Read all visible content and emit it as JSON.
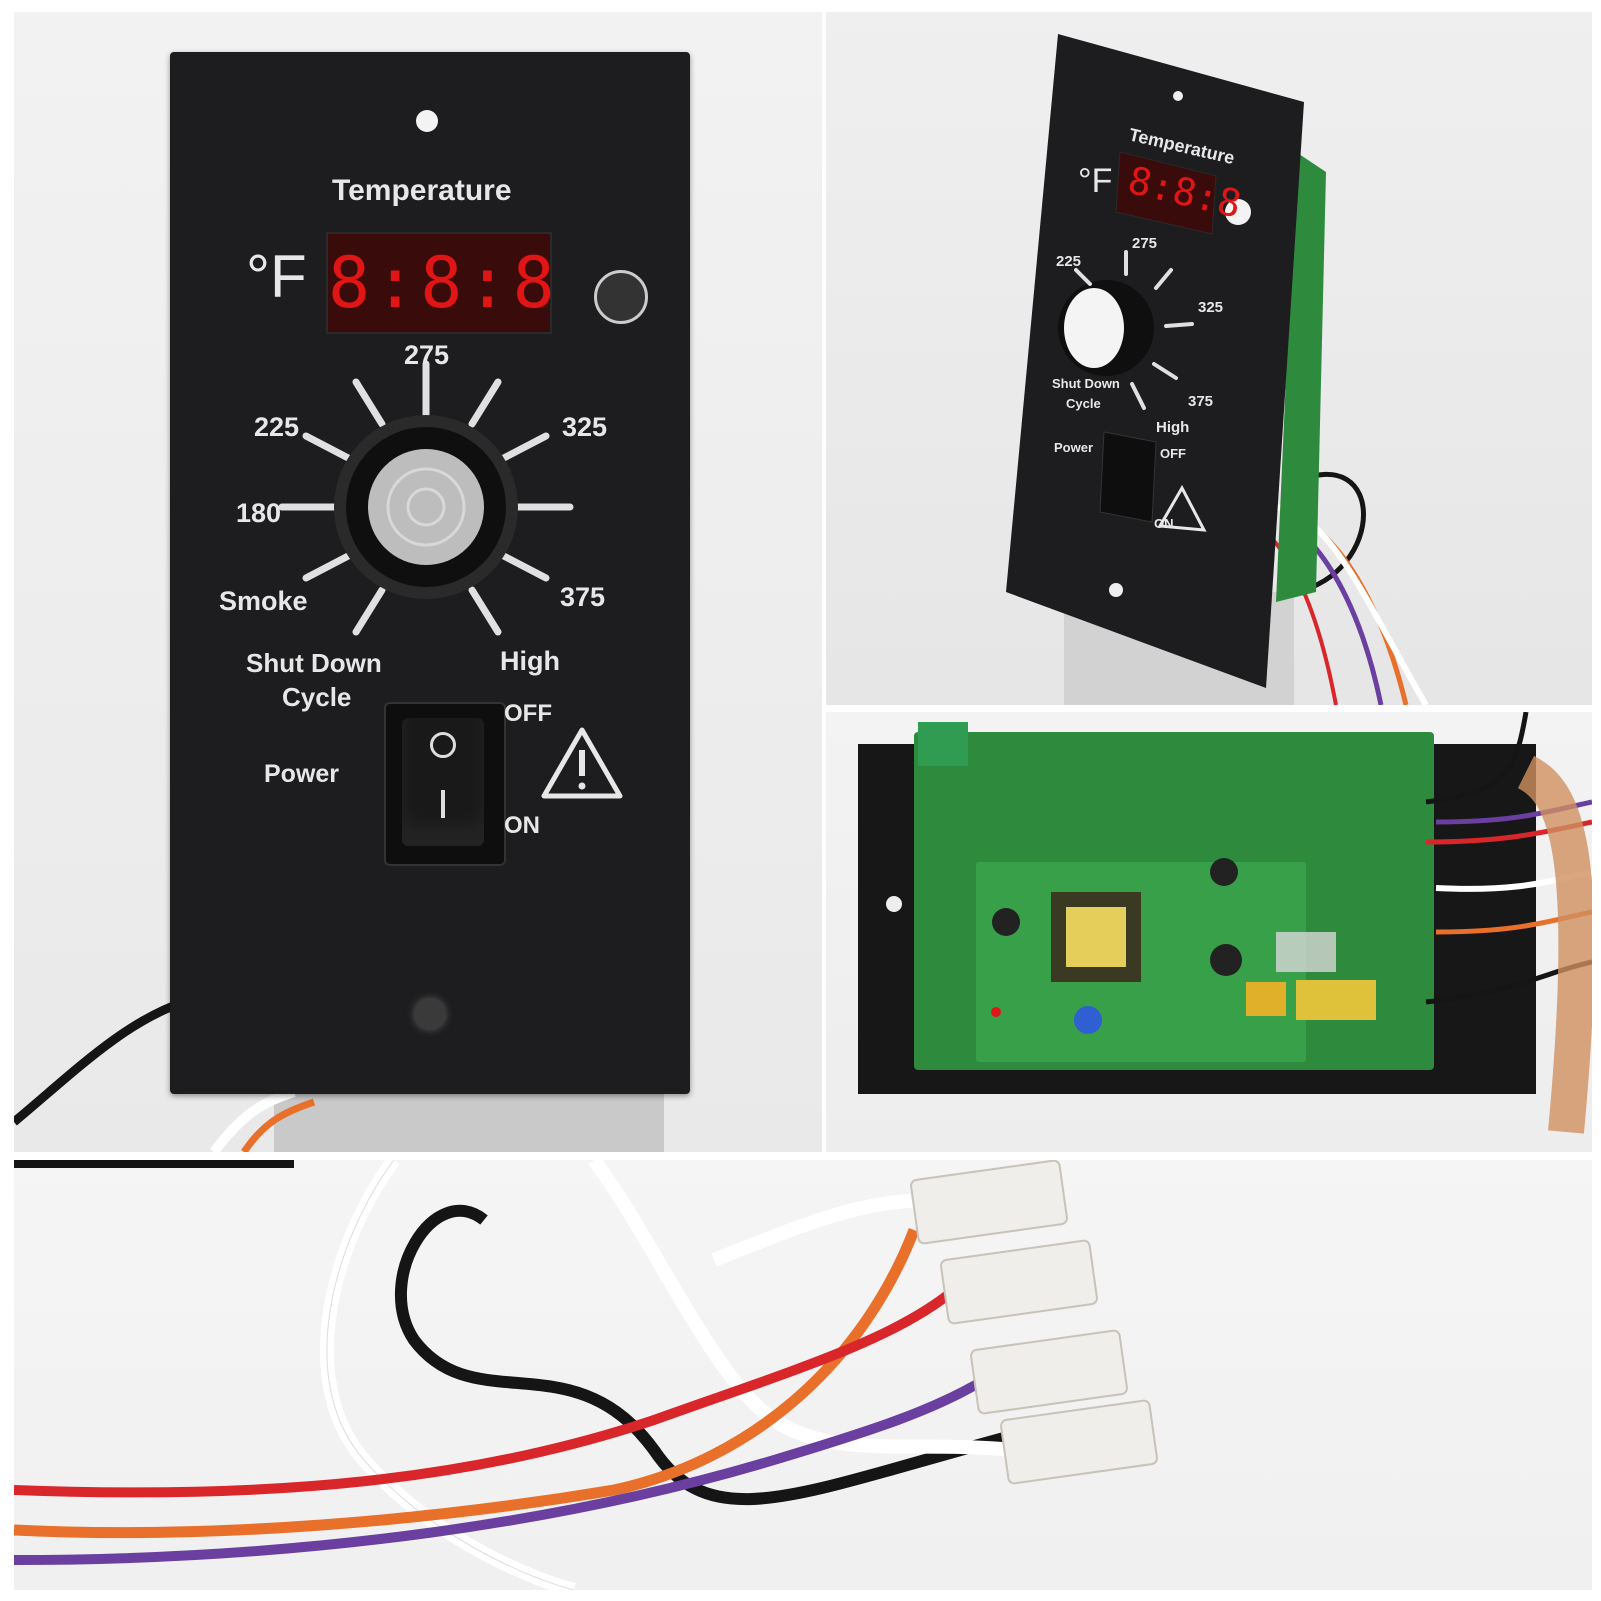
{
  "controller_front": {
    "title": "Temperature",
    "unit": "°F",
    "display": "8:8:8",
    "dial": {
      "labels": [
        "Smoke",
        "180",
        "225",
        "275",
        "325",
        "375",
        "High"
      ],
      "shutdown_line1": "Shut Down",
      "shutdown_line2": "Cycle"
    },
    "switch": {
      "label": "Power",
      "off": "OFF",
      "on": "ON",
      "o_symbol": "O",
      "i_symbol": "I"
    }
  },
  "controller_angle": {
    "title": "Temperature",
    "unit": "°F",
    "display": "8:8:8",
    "labels": [
      "225",
      "275",
      "325",
      "375",
      "High"
    ],
    "shutdown_line1": "Shut Down",
    "shutdown_line2": "Cycle",
    "power": "Power",
    "off": "OFF",
    "on": "ON"
  },
  "colors": {
    "panel_bg": "#1d1d1f",
    "led_red": "#e01515",
    "pcb_green": "#2e8b3d",
    "wire_orange": "#e8702a",
    "wire_purple": "#6a3fa0",
    "wire_red": "#d8262a",
    "wire_black": "#151515",
    "wire_white": "#fafafa"
  }
}
